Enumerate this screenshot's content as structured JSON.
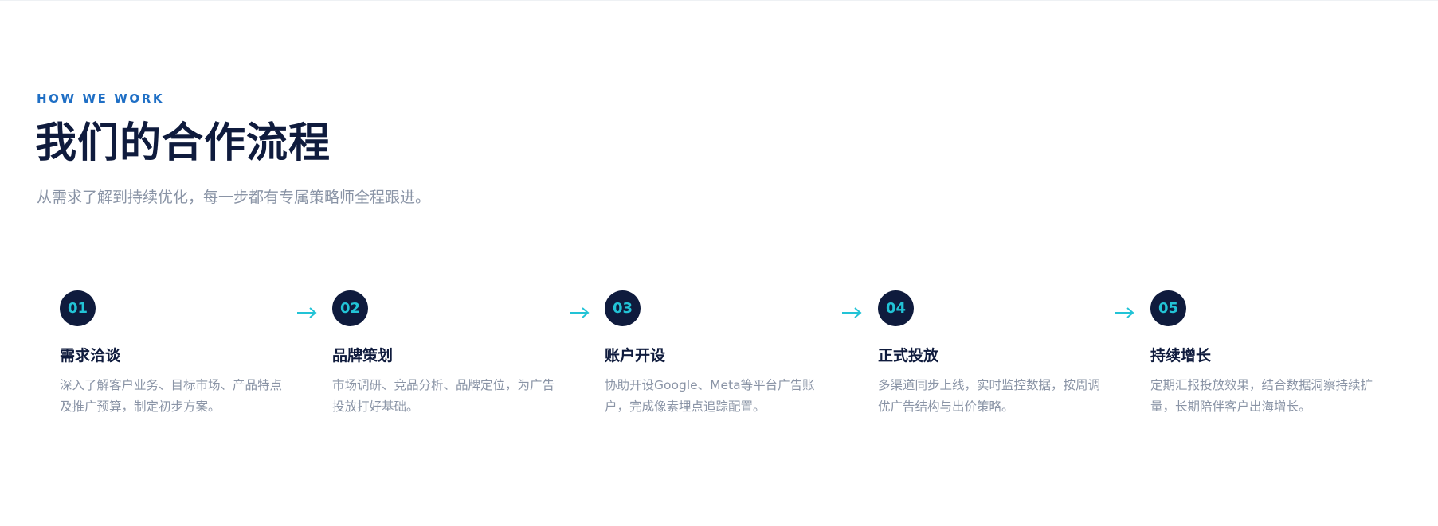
{
  "section": {
    "eyebrow": "HOW WE WORK",
    "title": "我们的合作流程",
    "subtitle": "从需求了解到持续优化，每一步都有专属策略师全程跟进。"
  },
  "colors": {
    "accent": "#22c3d6",
    "navy": "#0f1b3d",
    "eyebrow_blue": "#1f6fc5",
    "muted_text": "#8a94a6"
  },
  "steps": [
    {
      "number": "01",
      "title": "需求洽谈",
      "desc": "深入了解客户业务、目标市场、产品特点及推广预算，制定初步方案。"
    },
    {
      "number": "02",
      "title": "品牌策划",
      "desc": "市场调研、竞品分析、品牌定位，为广告投放打好基础。"
    },
    {
      "number": "03",
      "title": "账户开设",
      "desc": "协助开设Google、Meta等平台广告账户，完成像素埋点追踪配置。"
    },
    {
      "number": "04",
      "title": "正式投放",
      "desc": "多渠道同步上线，实时监控数据，按周调优广告结构与出价策略。"
    },
    {
      "number": "05",
      "title": "持续增长",
      "desc": "定期汇报投放效果，结合数据洞察持续扩量，长期陪伴客户出海增长。"
    }
  ],
  "arrow_icon": "arrow-right-icon"
}
